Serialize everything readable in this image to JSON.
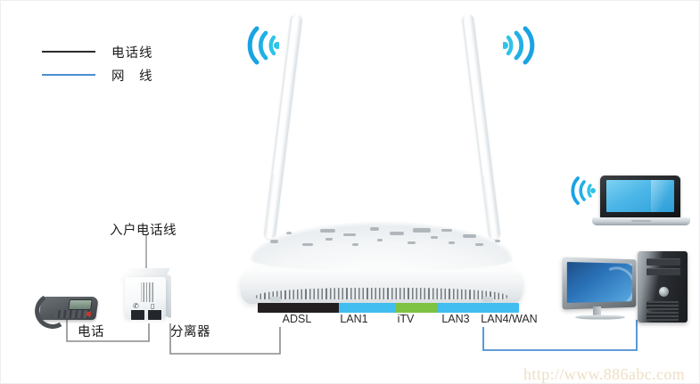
{
  "legend": {
    "items": [
      {
        "label": "电话线",
        "color": "#2b2b2b",
        "name": "phone-line"
      },
      {
        "label": "网　线",
        "color": "#4a8fd4",
        "name": "network-cable"
      }
    ]
  },
  "labels": {
    "incoming_phone_line": "入户电话线",
    "telephone": "电话",
    "splitter": "分离器"
  },
  "router": {
    "ports": [
      {
        "label": "ADSL",
        "color": "#231f20",
        "width_pct": 31.0
      },
      {
        "label": "LAN1",
        "color": "#42bdf0",
        "width_pct": 21.5
      },
      {
        "label": "iTV",
        "color": "#7ec342",
        "width_pct": 16.0
      },
      {
        "label": "LAN3",
        "color": "#42bdf0",
        "width_pct": 15.5
      },
      {
        "label": "LAN4/WAN",
        "color": "#42bdf0",
        "width_pct": 16.0
      }
    ],
    "antenna_count": 2
  },
  "devices": {
    "phone": "telephone-device",
    "splitter": "adsl-splitter-device",
    "router": "wireless-adsl-router",
    "laptop": "laptop-computer",
    "desktop": "desktop-computer"
  },
  "wifi_signals": [
    {
      "name": "wifi-signal-left-antenna",
      "direction": "left"
    },
    {
      "name": "wifi-signal-right-antenna",
      "direction": "right"
    },
    {
      "name": "wifi-signal-laptop",
      "direction": "left"
    }
  ],
  "colors": {
    "phone_line": "#8c8c8c",
    "network_cable": "#4a8fd4",
    "port_blue": "#42bdf0",
    "port_green": "#7ec342",
    "port_black": "#231f20",
    "watermark": "#efdfc4",
    "background": "#ffffff"
  },
  "watermark": {
    "text": "http://www.886abc.com"
  }
}
